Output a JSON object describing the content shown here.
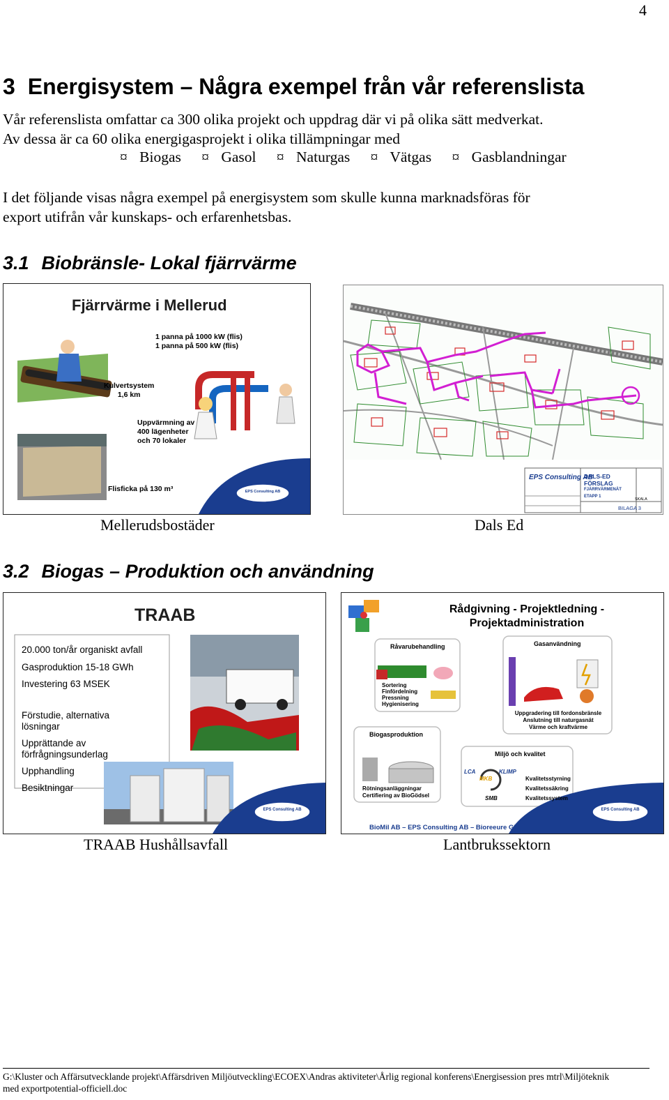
{
  "page_number": "4",
  "section3": {
    "number": "3",
    "title": "Energisystem – Några exempel från vår referenslista",
    "intro_line1": "Vår referenslista omfattar ca 300 olika projekt och uppdrag där vi på olika sätt medverkat.",
    "intro_line2": "Av dessa är ca 60 olika energigasprojekt i olika tillämpningar med",
    "bullet_symbol": "¤",
    "bullets": [
      "Biogas",
      "Gasol",
      "Naturgas",
      "Vätgas",
      "Gasblandningar"
    ],
    "para2_line1": "I det följande visas några exempel på energisystem som skulle kunna marknadsföras för",
    "para2_line2": "export utifrån vår kunskaps- och erfarenhetsbas."
  },
  "section31": {
    "number": "3.1",
    "title": "Biobränsle- Lokal fjärrvärme",
    "fig1": {
      "title": "Fjärrvärme i Mellerud",
      "line1": "1 panna på 1000 kW (flis)",
      "line2": "1 panna på 500 kW (flis)",
      "kulvert1": "Kulvertsystem",
      "kulvert2": "1,6 km",
      "upp1": "Uppvärmning av",
      "upp2": "400 lägenheter",
      "upp3": "och 70 lokaler",
      "flis": "Flisficka på 130 m³",
      "logo": "EPS Consulting AB",
      "caption": "Mellerudsbostäder"
    },
    "fig2": {
      "title1": "DALS-ED",
      "title2": "FÖRSLAG",
      "title3": "FJÄRRVÄRMENÄT",
      "title4": "ETAPP 1",
      "skala": "SKALA",
      "bilaga": "BILAGA 3",
      "logo": "EPS Consulting AB",
      "caption": "Dals Ed"
    }
  },
  "section32": {
    "number": "3.2",
    "title": "Biogas – Produktion och användning",
    "fig3": {
      "title": "TRAAB",
      "items": [
        "20.000 ton/år organiskt avfall",
        "Gasproduktion 15-18 GWh",
        "Investering 63 MSEK"
      ],
      "items2": [
        "Förstudie, alternativa lösningar",
        "Upprättande av förfrågningsunderlag",
        "Upphandling",
        "Besiktningar"
      ],
      "logo": "EPS Consulting AB",
      "caption": "TRAAB Hushållsavfall"
    },
    "fig4": {
      "title1": "Rådgivning - Projektledning -",
      "title2": "Projektadministration",
      "box1_title": "Råvarubehandling",
      "box1_lines": [
        "Sortering",
        "Finfördelning",
        "Pressning",
        "Hygienisering"
      ],
      "box2_title": "Gasanvändning",
      "box2_lines": [
        "Uppgradering till fordonsbränsle",
        "Anslutning till naturgasnät",
        "Värme och kraftvärme"
      ],
      "box3_title": "Biogasproduktion",
      "box3_lines": [
        "Rötningsanläggningar",
        "Certifiering av BioGödsel"
      ],
      "box4_title": "Miljö och kvalitet",
      "box4_lines": [
        "Kvalitetsstyrning",
        "Kvalitetssäkring",
        "Kvalitetssystem"
      ],
      "box4_tags": [
        "LCA",
        "MKB",
        "KLIMP",
        "SMB"
      ],
      "footer": "BioMil AB – EPS Consulting AB – Bioreeure GE",
      "logo": "EPS Consulting AB",
      "caption": "Lantbrukssektorn"
    }
  },
  "footer": {
    "line1": "G:\\Kluster och Affärsutvecklande projekt\\Affärsdriven Miljöutveckling\\ECOEX\\Andras aktiviteter\\Årlig regional konferens\\Energisession pres mtrl\\Miljöteknik",
    "line2": "med exportpotential-officiell.doc"
  },
  "colors": {
    "eps_blue": "#1a3d8f",
    "network_magenta": "#d21fd2",
    "map_green": "#2e8b2e"
  }
}
